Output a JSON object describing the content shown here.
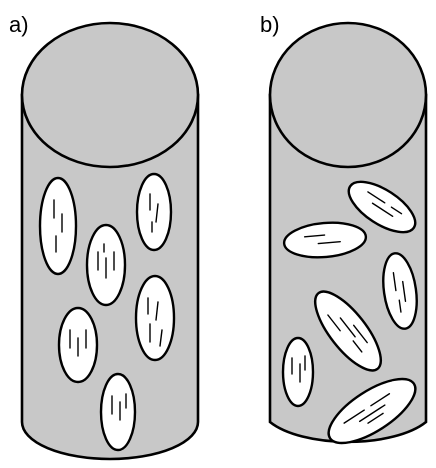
{
  "figure": {
    "panels": [
      {
        "label": "a)",
        "arrangement": "aligned"
      },
      {
        "label": "b)",
        "arrangement": "random"
      }
    ],
    "colors": {
      "cylinder_fill": "#c8c8c8",
      "inclusion_fill": "#ffffff",
      "stroke": "#000000"
    }
  }
}
